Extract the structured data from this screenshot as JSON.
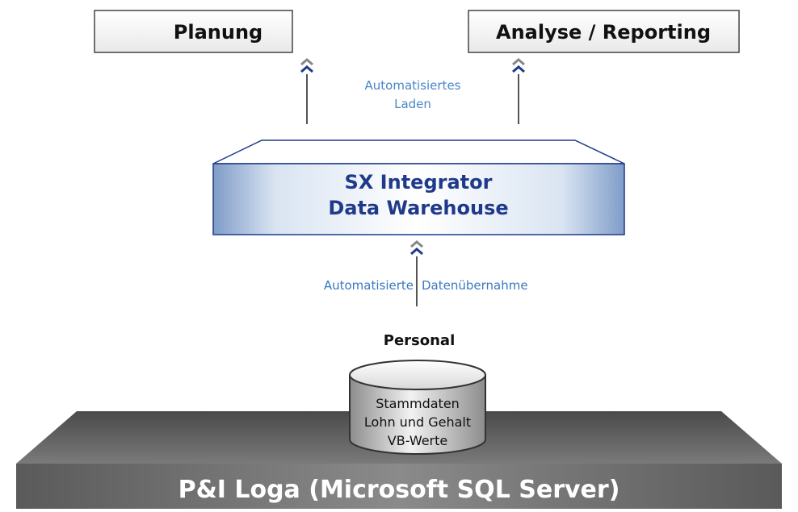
{
  "top_boxes": {
    "left_label": "Planung",
    "right_label": "Analyse / Reporting"
  },
  "upper_flow": {
    "line1": "Automatisiertes",
    "line2": "Laden"
  },
  "warehouse": {
    "line1": "SX Integrator",
    "line2": "Data Warehouse"
  },
  "lower_flow": {
    "left": "Automatisierte",
    "right": "Datenübernahme"
  },
  "source": {
    "title": "Personal",
    "db_line1": "Stammdaten",
    "db_line2": "Lohn und Gehalt",
    "db_line3": "VB-Werte"
  },
  "platform": {
    "label": "P&I Loga (Microsoft SQL Server)"
  },
  "colors": {
    "accent_blue": "#1f3a8a",
    "flow_text": "#3a78c0",
    "platform_gray": "#6e6e6e"
  }
}
